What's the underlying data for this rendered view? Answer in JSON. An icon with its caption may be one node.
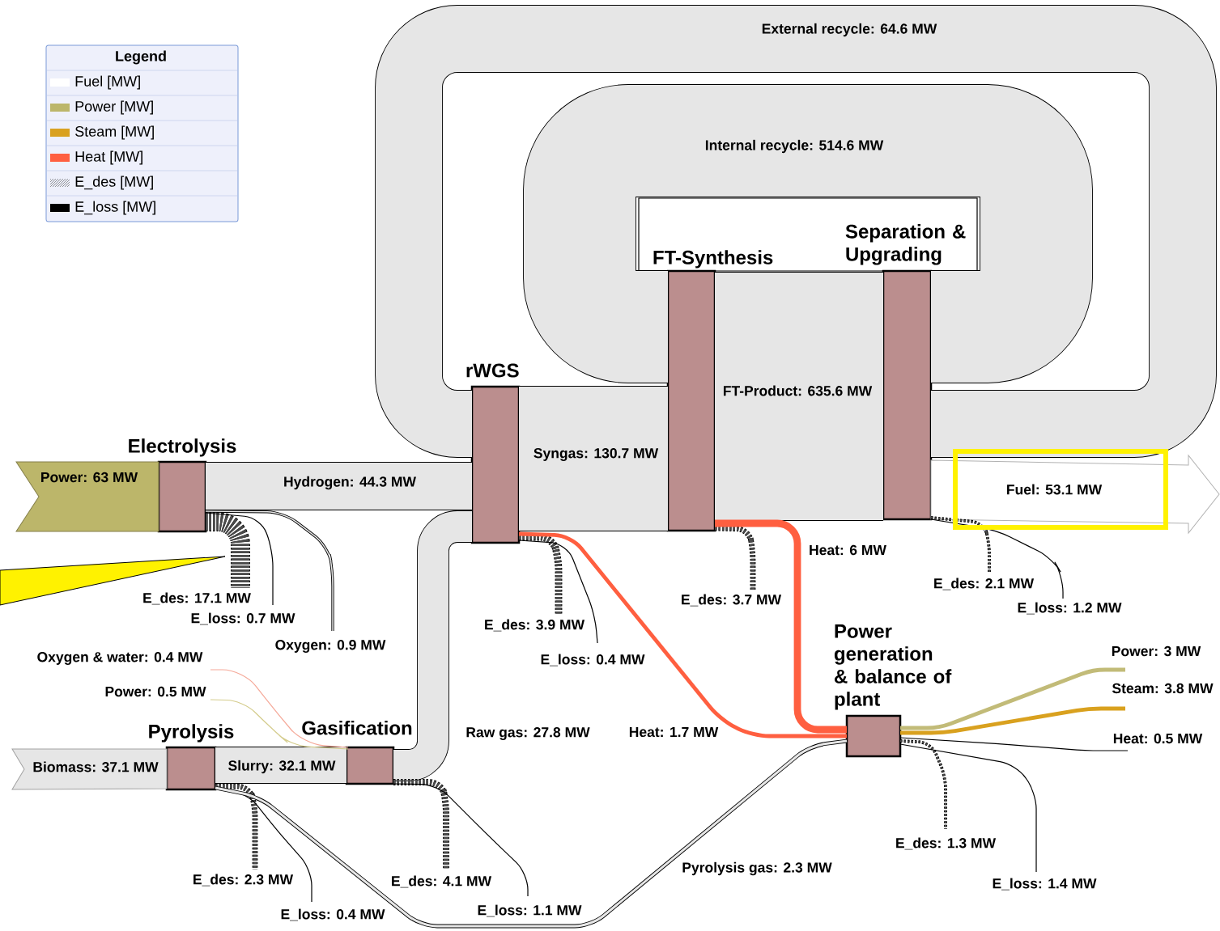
{
  "diagram": {
    "nodes": [
      {
        "text": [
          "Electrolysis"
        ]
      },
      {
        "text": [
          "rWGS"
        ]
      },
      {
        "text": [
          "FT-Synthesis"
        ]
      },
      {
        "text": [
          "Separation & Upgrading"
        ]
      },
      {
        "text": [
          "Pyrolysis"
        ]
      },
      {
        "text": [
          "Gasification"
        ]
      },
      {
        "text": [
          "Power generation & balance of plant"
        ]
      }
    ],
    "edges": [
      {
        "from": null,
        "to": 0,
        "arrow": "none",
        "label": "Power: 63 MW",
        "color": "#bcb66a"
      },
      {
        "from": 0,
        "to": 1,
        "arrow": "none",
        "label": "Hydrogen: 44.3 MW",
        "style": "thick"
      },
      {
        "from": 0,
        "to": null,
        "arrow": "none",
        "label": "E_des: 17.1 MW",
        "style": "dashed"
      },
      {
        "from": 0,
        "to": null,
        "arrow": "none",
        "label": "E_loss: 0.7 MW",
        "color": "#000000"
      },
      {
        "from": 0,
        "to": null,
        "arrow": "none",
        "label": "Oxygen: 0.9 MW"
      },
      {
        "from": null,
        "to": 4,
        "arrow": "none",
        "label": "Biomass: 37.1 MW"
      },
      {
        "from": 4,
        "to": 5,
        "arrow": "none",
        "label": "Slurry: 32.1 MW",
        "style": "thick"
      },
      {
        "from": 4,
        "to": null,
        "arrow": "none",
        "label": "E_des: 2.3 MW",
        "style": "dashed"
      },
      {
        "from": 4,
        "to": null,
        "arrow": "none",
        "label": "E_loss: 0.4 MW",
        "color": "#000000"
      },
      {
        "from": 4,
        "to": 6,
        "arrow": "none",
        "label": "Pyrolysis gas: 2.3 MW"
      },
      {
        "from": null,
        "to": 5,
        "arrow": "none",
        "label": "Oxygen & water: 0.4 MW",
        "color": "#f5a898"
      },
      {
        "from": null,
        "to": 5,
        "arrow": "none",
        "label": "Power: 0.5 MW",
        "color": "#d4cc8c"
      },
      {
        "from": 5,
        "to": 1,
        "arrow": "none",
        "label": "Raw gas: 27.8 MW",
        "style": "thick"
      },
      {
        "from": 5,
        "to": null,
        "arrow": "none",
        "label": "E_des: 4.1 MW",
        "style": "dashed"
      },
      {
        "from": 5,
        "to": null,
        "arrow": "none",
        "label": "E_loss: 1.1 MW",
        "color": "#000000"
      },
      {
        "from": 1,
        "to": 2,
        "arrow": "none",
        "label": "Syngas: 130.7 MW",
        "style": "thick"
      },
      {
        "from": 1,
        "to": null,
        "arrow": "none",
        "label": "E_des: 3.9 MW",
        "style": "dashed"
      },
      {
        "from": 1,
        "to": null,
        "arrow": "none",
        "label": "E_loss: 0.4 MW",
        "color": "#000000"
      },
      {
        "from": 1,
        "to": 6,
        "arrow": "none",
        "label": "Heat: 1.7 MW",
        "color": "#ff5f40"
      },
      {
        "from": 2,
        "to": 3,
        "arrow": "none",
        "label": "FT-Product: 635.6 MW",
        "style": "thick"
      },
      {
        "from": 3,
        "to": 2,
        "arrow": "none",
        "label": "Internal recycle: 514.6 MW",
        "style": "thick"
      },
      {
        "from": 3,
        "to": 1,
        "arrow": "none",
        "label": "External recycle: 64.6 MW",
        "style": "thick"
      },
      {
        "from": 3,
        "to": null,
        "arrow": "to",
        "label": "Fuel: 53.1 MW",
        "color": "#ffffff"
      },
      {
        "from": 2,
        "to": null,
        "arrow": "none",
        "label": "E_des: 3.7 MW",
        "style": "dashed"
      },
      {
        "from": 2,
        "to": 6,
        "arrow": "none",
        "label": "Heat: 6 MW",
        "color": "#ff5f40",
        "style": "thick"
      },
      {
        "from": 3,
        "to": null,
        "arrow": "none",
        "label": "E_des: 2.1 MW",
        "style": "dashed"
      },
      {
        "from": 3,
        "to": null,
        "arrow": "none",
        "label": "E_loss: 1.2 MW",
        "color": "#000000"
      },
      {
        "from": 6,
        "to": null,
        "arrow": "none",
        "label": "Power: 3 MW",
        "color": "#c2bb78"
      },
      {
        "from": 6,
        "to": null,
        "arrow": "none",
        "label": "Steam: 3.8 MW",
        "color": "#d9a11f"
      },
      {
        "from": 6,
        "to": null,
        "arrow": "none",
        "label": "Heat: 0.5 MW",
        "color": "#000000"
      },
      {
        "from": 6,
        "to": null,
        "arrow": "none",
        "label": "E_des: 1.3 MW",
        "style": "dashed"
      },
      {
        "from": 6,
        "to": null,
        "arrow": "none",
        "label": "E_loss: 1.4 MW",
        "color": "#000000"
      }
    ],
    "labels": [
      "Legend"
    ],
    "legend": [
      {
        "text": "Fuel [MW]",
        "color": "#ffffff"
      },
      {
        "text": "Power [MW]",
        "color": "#bcb66a"
      },
      {
        "text": "Steam [MW]",
        "color": "#d9a11f"
      },
      {
        "text": "Heat [MW]",
        "color": "#ff5f40"
      },
      {
        "text": "E_des [MW]"
      },
      {
        "text": "E_loss [MW]",
        "color": "#000000"
      }
    ]
  }
}
